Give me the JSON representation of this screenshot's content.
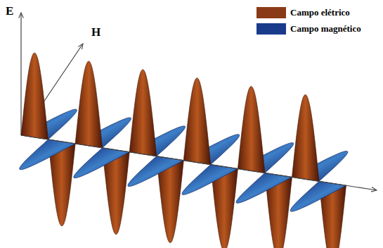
{
  "diagram": {
    "labels": [
      "E",
      "H"
    ],
    "legend": [
      {
        "text": "Campo elétrico",
        "color": "#8b3a18"
      },
      {
        "text": "Campo magnético",
        "color": "#1a3a8c"
      }
    ]
  }
}
